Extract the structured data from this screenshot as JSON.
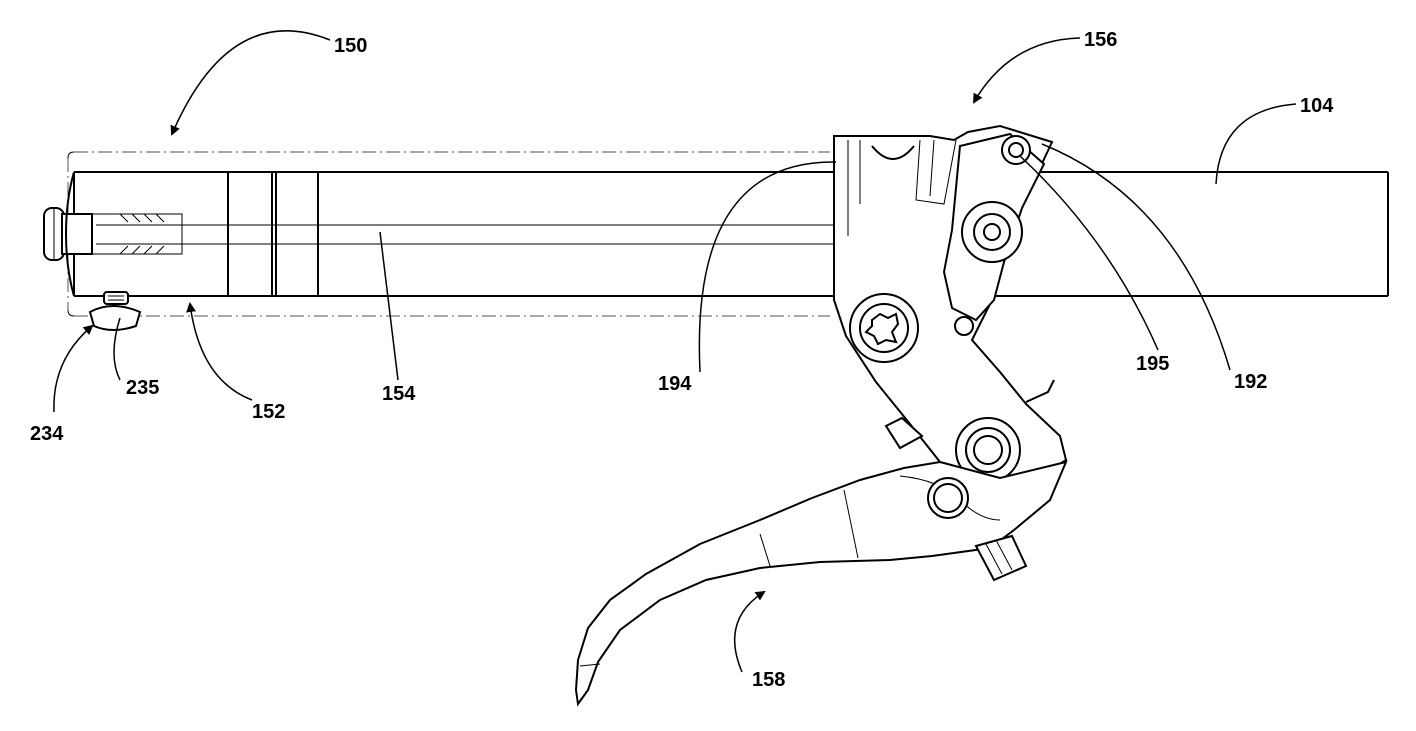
{
  "figure": {
    "labels": {
      "l150": "150",
      "l156": "156",
      "l104": "104",
      "l154": "154",
      "l152": "152",
      "l235": "235",
      "l234": "234",
      "l194": "194",
      "l195": "195",
      "l192": "192",
      "l158": "158"
    }
  }
}
